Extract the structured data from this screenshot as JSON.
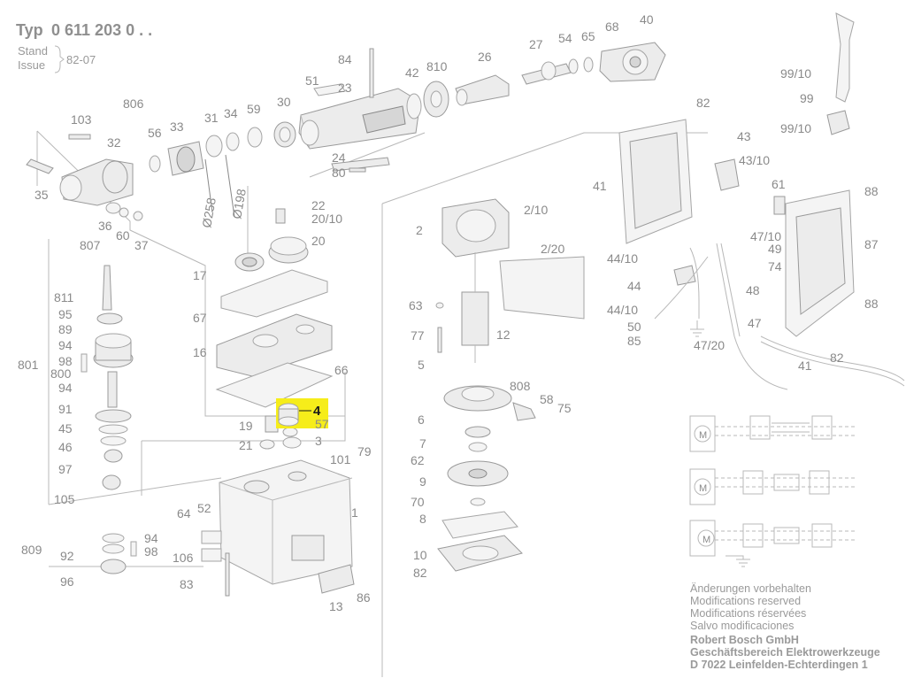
{
  "header": {
    "typ_label": "Typ",
    "typ_number": "0 611 203 0 . .",
    "stand_label": "Stand",
    "issue_label": "Issue",
    "stand_value": "82-07"
  },
  "highlight": {
    "part_number": "4"
  },
  "footer": {
    "line1": "Änderungen vorbehalten",
    "line2": "Modifications reserved",
    "line3": "Modifications réservées",
    "line4": "Salvo modificaciones",
    "company1": "Robert Bosch GmbH",
    "company2": "Geschäftsbereich Elektrowerkzeuge",
    "company3": "D 7022 Leinfelden-Echterdingen 1"
  },
  "motor_symbol": "M",
  "labels": {
    "p40": "40",
    "p68": "68",
    "p65": "65",
    "p54": "54",
    "p27": "27",
    "p26": "26",
    "p810": "810",
    "p42": "42",
    "p84": "84",
    "p51": "51",
    "p23": "23",
    "p806": "806",
    "p103": "103",
    "p32": "32",
    "p56": "56",
    "p33": "33",
    "p31": "31",
    "p34": "34",
    "p59": "59",
    "p30": "30",
    "p24": "24",
    "p80": "80",
    "d258": "Ø258",
    "d198": "Ø198",
    "p35": "35",
    "p36": "36",
    "p60": "60",
    "p37": "37",
    "p807": "807",
    "p22": "22",
    "p20_10": "20/10",
    "p20": "20",
    "p17": "17",
    "p67": "67",
    "p16": "16",
    "p66": "66",
    "p19": "19",
    "p21": "21",
    "p57": "57",
    "p3": "3",
    "p811": "811",
    "p95": "95",
    "p89": "89",
    "p94a": "94",
    "p98a": "98",
    "p800": "800",
    "p94b": "94",
    "p801": "801",
    "p91": "91",
    "p45": "45",
    "p46": "46",
    "p97": "97",
    "p105": "105",
    "p809": "809",
    "p92": "92",
    "p96": "96",
    "p94c": "94",
    "p98b": "98",
    "p64": "64",
    "p52": "52",
    "p106": "106",
    "p83": "83",
    "p1": "1",
    "p101": "101",
    "p79": "79",
    "p13": "13",
    "p86": "86",
    "p2": "2",
    "p2_10": "2/10",
    "p2_20": "2/20",
    "p63": "63",
    "p77": "77",
    "p5": "5",
    "p12": "12",
    "p6": "6",
    "p808": "808",
    "p58": "58",
    "p75": "75",
    "p7": "7",
    "p62": "62",
    "p9": "9",
    "p70": "70",
    "p8": "8",
    "p10": "10",
    "p82a": "82",
    "p99_10a": "99/10",
    "p99": "99",
    "p99_10b": "99/10",
    "p82b": "82",
    "p41a": "41",
    "p43": "43",
    "p43_10": "43/10",
    "p61": "61",
    "p88a": "88",
    "p47_10": "47/10",
    "p49": "49",
    "p74": "74",
    "p87": "87",
    "p44_10a": "44/10",
    "p44": "44",
    "p48": "48",
    "p44_10b": "44/10",
    "p50": "50",
    "p85": "85",
    "p47_20": "47/20",
    "p47": "47",
    "p88b": "88",
    "p41b": "41",
    "p82c": "82"
  }
}
